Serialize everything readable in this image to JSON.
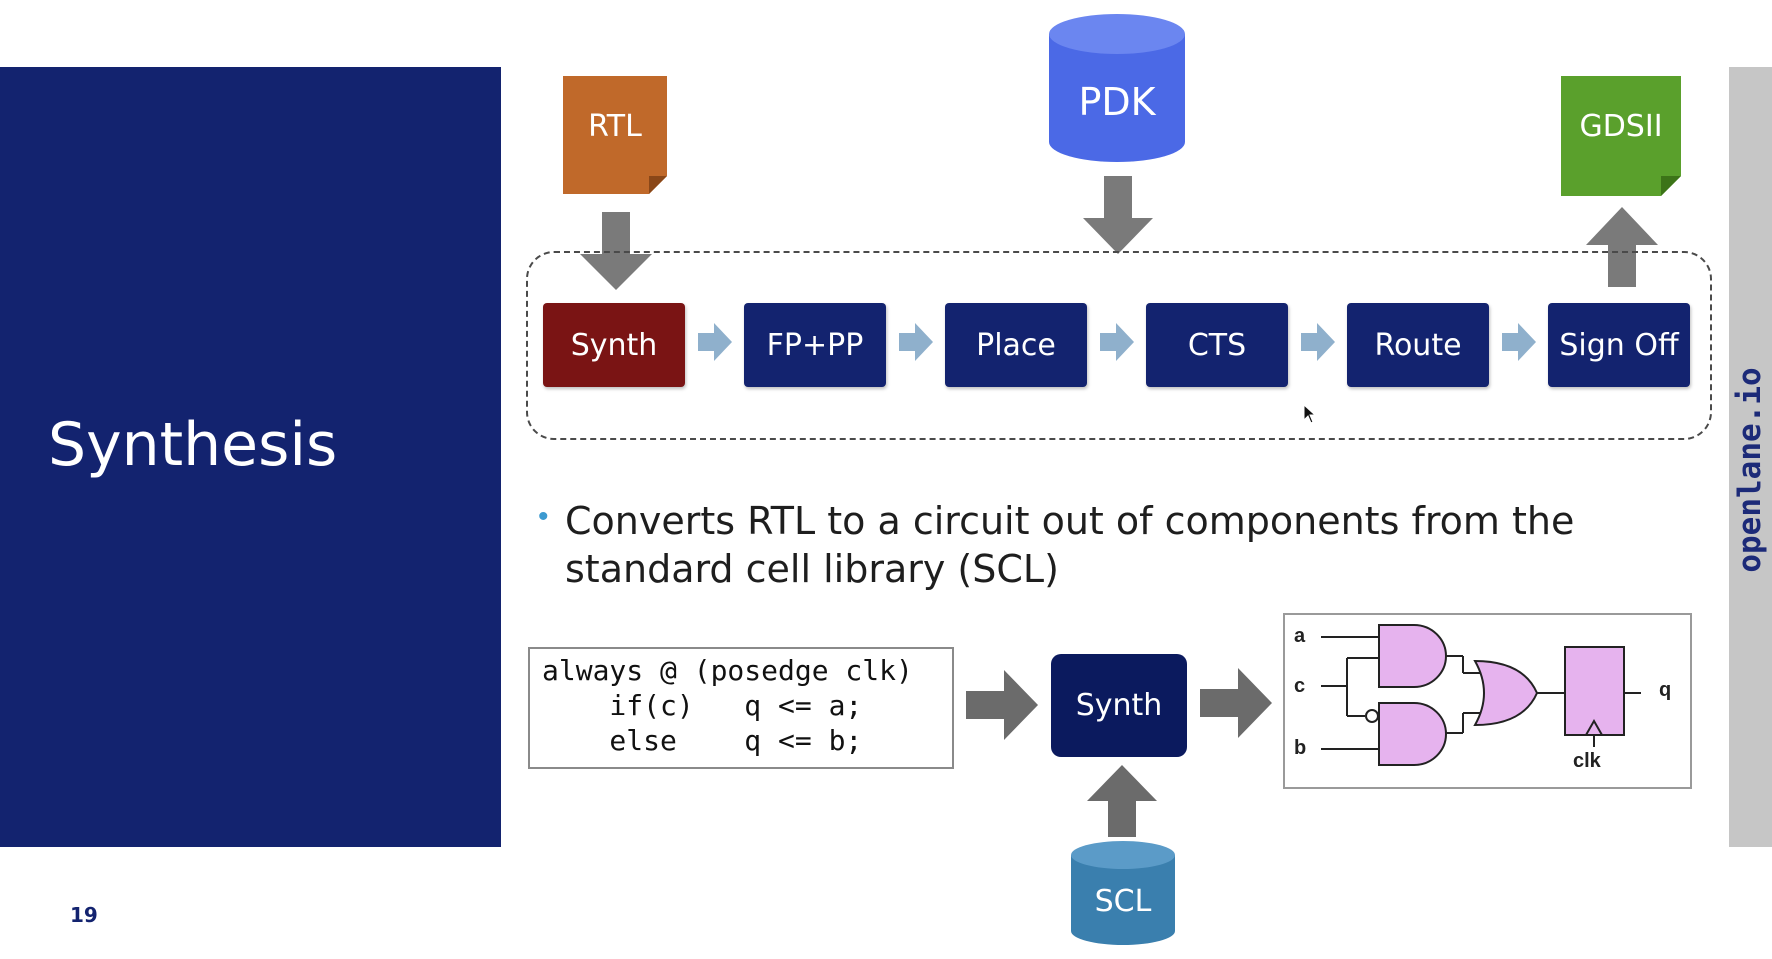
{
  "slide": {
    "title": "Synthesis",
    "number": "19",
    "side_text": "openlane.io"
  },
  "inputs": {
    "rtl": "RTL",
    "pdk": "PDK",
    "gdsii": "GDSII",
    "scl": "SCL"
  },
  "flow": {
    "stages": [
      "Synth",
      "FP+PP",
      "Place",
      "CTS",
      "Route",
      "Sign Off"
    ]
  },
  "bullet": {
    "line1": "Converts RTL to a circuit out of components from the",
    "line2": "standard cell library (SCL)"
  },
  "code": {
    "lines": [
      "always @ (posedge clk)",
      "    if(c)   q <= a;",
      "    else    q <= b;"
    ]
  },
  "synth_box": "Synth",
  "circuit": {
    "labels": {
      "a": "a",
      "c": "c",
      "b": "b",
      "q": "q",
      "clk": "clk"
    }
  },
  "colors": {
    "navy": "#13236f",
    "synth_red": "#7a1414",
    "rtl_orange": "#c0692a",
    "pdk_blue": "#4b69e6",
    "gdsii_green": "#5aa02c",
    "scl_teal": "#3a7fae",
    "gate_fill": "#e6b3ee",
    "arrow_gray": "#6b6b6b",
    "small_arrow": "#8fb0cc"
  }
}
